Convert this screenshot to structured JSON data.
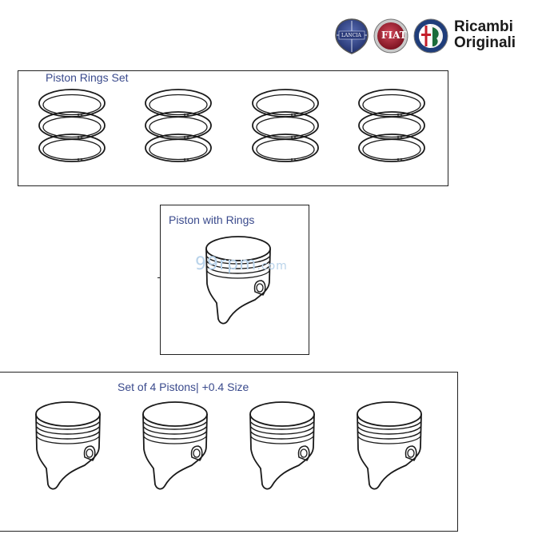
{
  "logo": {
    "text_line1": "Ricambi",
    "text_line2": "Originali",
    "badges": [
      {
        "name": "lancia-badge-icon",
        "label": "LANCIA",
        "color": "#1f2f6b"
      },
      {
        "name": "fiat-badge-icon",
        "label": "FIAT",
        "color": "#9b1b2a"
      },
      {
        "name": "alfa-romeo-badge-icon",
        "label": "",
        "color": "#1f3d7a"
      }
    ]
  },
  "panels": {
    "rings": {
      "caption": "Piston Rings Set"
    },
    "piston_with_rings": {
      "caption": "Piston with Rings"
    },
    "pistons_set": {
      "caption": "Set of 4 Pistons| +0.4 Size"
    }
  },
  "watermark": {
    "main": "99rpm",
    "suffix": ".com"
  },
  "colors": {
    "caption": "#3a4a8c",
    "border": "#222222",
    "watermark": "#b9d3ea"
  }
}
